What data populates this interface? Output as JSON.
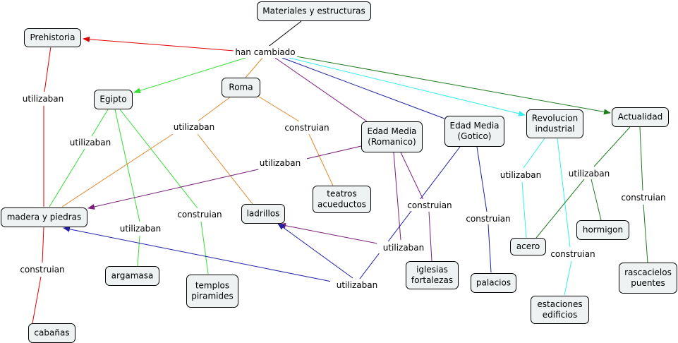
{
  "concept_map": {
    "concepts": {
      "materiales": [
        "Materiales y estructuras"
      ],
      "prehistoria": [
        "Prehistoria"
      ],
      "egipto": [
        "Egipto"
      ],
      "roma": [
        "Roma"
      ],
      "edad_media_romanico": [
        "Edad Media",
        "(Romanico)"
      ],
      "edad_media_gotico": [
        "Edad Media",
        "(Gotico)"
      ],
      "revolucion": [
        "Revolucion",
        "industrial"
      ],
      "actualidad": [
        "Actualidad"
      ],
      "madera": [
        "madera y piedras"
      ],
      "ladrillos": [
        "ladrillos"
      ],
      "teatros": [
        "teatros",
        "acueductos"
      ],
      "argamasa": [
        "argamasa"
      ],
      "templos": [
        "templos",
        "piramides"
      ],
      "cabanas": [
        "cabañas"
      ],
      "iglesias": [
        "iglesias",
        "fortalezas"
      ],
      "palacios": [
        "palacios"
      ],
      "acero": [
        "acero"
      ],
      "hormigon": [
        "hormigon"
      ],
      "estaciones": [
        "estaciones",
        "edificios"
      ],
      "rascacielos": [
        "rascacielos",
        "puentes"
      ]
    },
    "linking_phrases": {
      "han_cambiado": "han cambiado",
      "prehistoria_utilizaban": "utilizaban",
      "prehistoria_construian": "construian",
      "egipto_utilizaban_1": "utilizaban",
      "egipto_utilizaban_2": "utilizaban",
      "egipto_construian": "construian",
      "roma_utilizaban": "utilizaban",
      "roma_construian": "construian",
      "romanico_utilizaban_1": "utilizaban",
      "romanico_utilizaban_2": "utilizaban",
      "romanico_construian": "construian",
      "gotico_utilizaban": "utilizaban",
      "gotico_construian": "construian",
      "revolucion_utilizaban": "utilizaban",
      "revolucion_construian": "construian",
      "actualidad_utilizaban": "utilizaban",
      "actualidad_construian": "construian"
    },
    "colors": {
      "black": "#000000",
      "red": "#e00000",
      "green": "#33dd33",
      "orange": "#e0892b",
      "purple": "#7a1f7a",
      "navy": "#1f1fa6",
      "cyan": "#33eeee",
      "darkgreen": "#1e7a1e"
    }
  }
}
